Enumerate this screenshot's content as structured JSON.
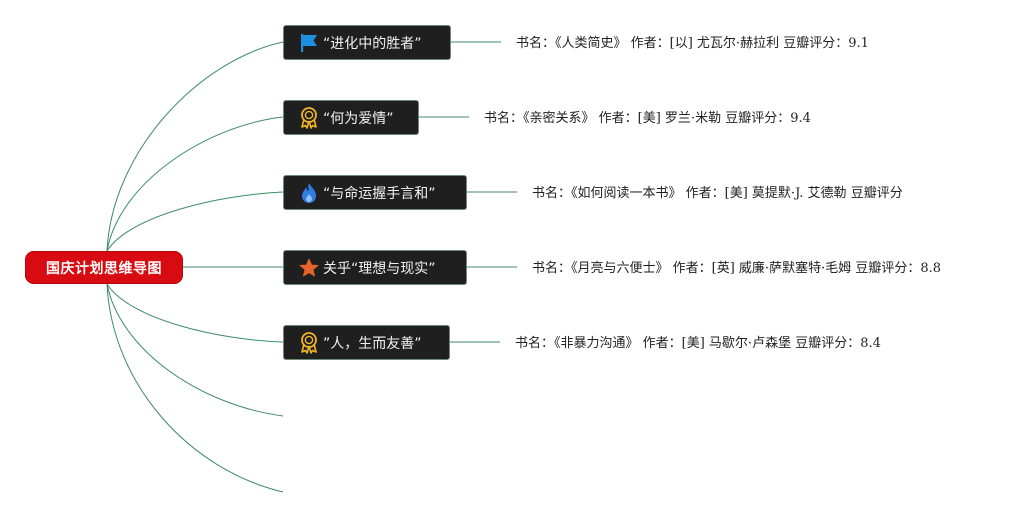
{
  "root": {
    "label": "国庆计划思维导图"
  },
  "branches": [
    {
      "label": "“进化中的胜者”",
      "icon": "flag-icon",
      "note": {
        "book": "书名：《人类简史》",
        "author": "作者：[以] 尤瓦尔·赫拉利",
        "rating": "豆瓣评分：9.1"
      }
    },
    {
      "label": "“何为爱情”",
      "icon": "award-ribbon-icon",
      "note": {
        "book": "书名：《亲密关系》",
        "author": "作者：[美] 罗兰·米勒",
        "rating": "豆瓣评分：9.4"
      }
    },
    {
      "label": "“与命运握手言和”",
      "icon": "fire-icon",
      "note": {
        "book": "书名：《如何阅读一本书》",
        "author": "作者：[美] 莫提默·J. 艾德勒",
        "rating": "豆瓣评分"
      }
    },
    {
      "label": "关乎“理想与现实”",
      "icon": "star-icon",
      "note": {
        "book": "书名：《月亮与六便士》",
        "author": "作者：[英] 威廉·萨默塞特·毛姆",
        "rating": "豆瓣评分：8.8"
      }
    },
    {
      "label": "”人，生而友善”",
      "icon": "award-ribbon-icon",
      "note": {
        "book": "书名：《非暴力沟通》",
        "author": "作者：[美] 马歇尔·卢森堡",
        "rating": "豆瓣评分：8.4"
      }
    }
  ],
  "colors": {
    "root_fill": "#d90b12",
    "branch_fill": "#1f1f1f",
    "branch_border": "#6f8a78",
    "connector": "#3f8a6a",
    "flag_icon": "#1f8fe0",
    "award_icon": "#f0b429",
    "fire_icon": "#2f7de1",
    "star_icon": "#e8632b"
  }
}
